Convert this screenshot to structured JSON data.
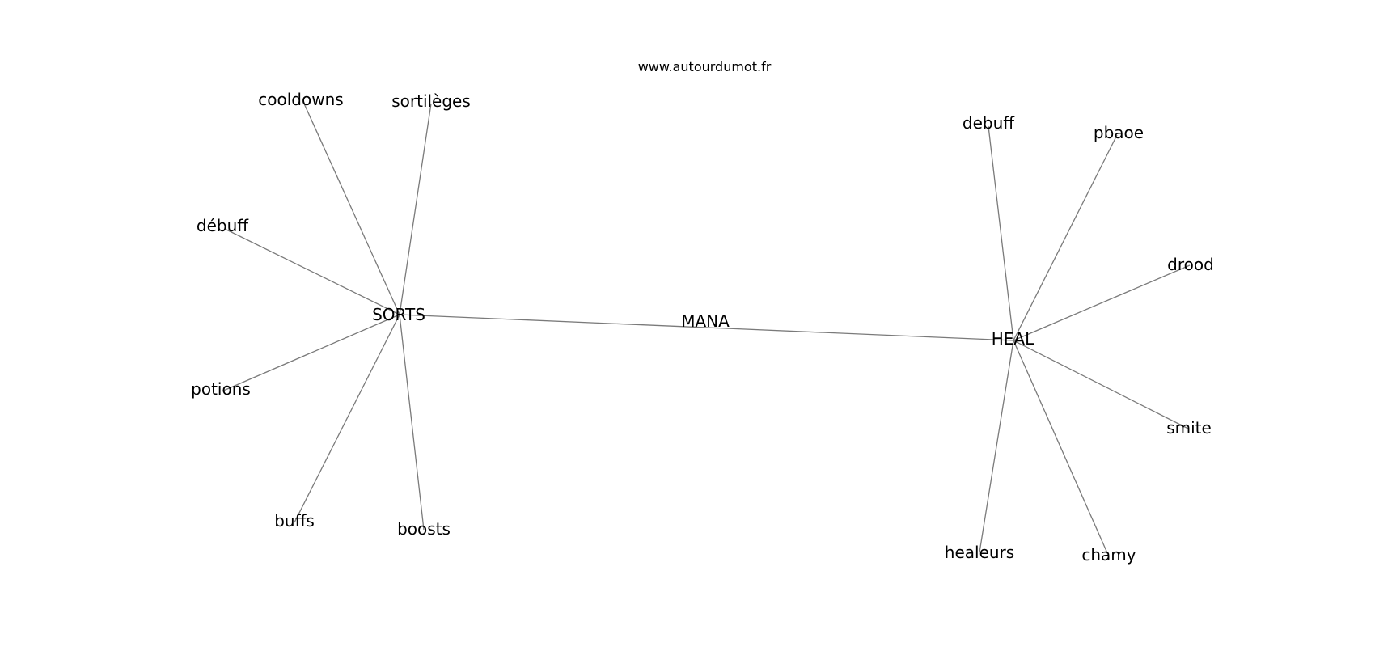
{
  "source": "www.autourdumot.fr",
  "graph": {
    "center": "MANA",
    "hubs": [
      {
        "label": "SORTS",
        "neighbors": [
          "cooldowns",
          "sortilèges",
          "débuff",
          "potions",
          "buffs",
          "boosts"
        ]
      },
      {
        "label": "HEAL",
        "neighbors": [
          "debuff",
          "pbaoe",
          "drood",
          "smite",
          "healeurs",
          "chamy"
        ]
      }
    ]
  },
  "colors": {
    "edge": "#7a7a7a",
    "text": "#000000",
    "background": "#ffffff"
  }
}
